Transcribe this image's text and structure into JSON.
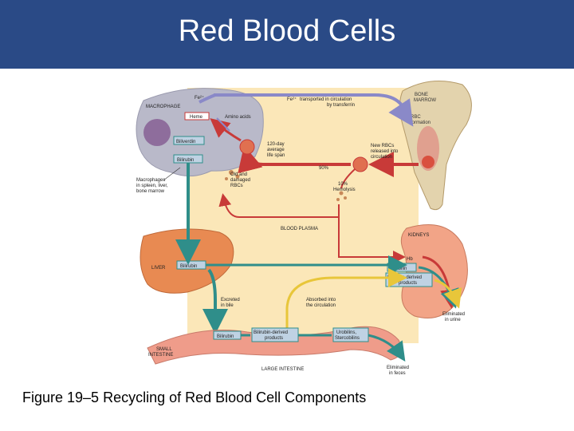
{
  "slide": {
    "title": "Red Blood Cells",
    "caption": "Figure 19–5 Recycling of Red Blood Cell Components"
  },
  "colors": {
    "title_bar": "#2a4a86",
    "plasma_panel": "#fbe7b8",
    "macrophage": "#b9b9c9",
    "liver": "#e88a52",
    "kidney": "#f2a487",
    "intestine": "#ef9c8a",
    "bone": "#e3d3ad",
    "teal_arrow": "#2f8e8a",
    "red_arrow": "#c83a38",
    "purple_arrow": "#8a89c8",
    "yellow_arrow": "#e8c63a",
    "label_box": "#bfd2e3"
  },
  "diagram": {
    "macrophage": {
      "label": "MACROPHAGE",
      "fe": "Fe²⁺",
      "heme": "Heme",
      "biliverdin": "Biliverdin",
      "bilirubin": "Bilirubin",
      "amino_acids": "Amino acids"
    },
    "transport": {
      "fe": "Fe²⁺",
      "line1": "transported in circulation",
      "line2": "by transferrin"
    },
    "bone_marrow": {
      "label1": "BONE",
      "label2": "MARROW",
      "formation1": "RBC",
      "formation2": "formation"
    },
    "macrophage_note": [
      "Macrophages",
      "in spleen, liver,",
      "bone marrow"
    ],
    "lifespan": [
      "120-day",
      "average",
      "life span"
    ],
    "new_rbcs": [
      "New RBCs",
      "released into",
      "circulation"
    ],
    "percent_90": "90%",
    "old_rbcs": [
      "Old and",
      "damaged",
      "RBCs"
    ],
    "hemolysis": [
      "10%",
      "Hemolysis"
    ],
    "blood_plasma": "BLOOD PLASMA",
    "kidneys": {
      "label": "KIDNEYS",
      "hb": "Hb",
      "urobilin": "Urobilin",
      "bilirubin_products1": "Bilirubin-derived",
      "bilirubin_products2": "products",
      "eliminated1": "Eliminated",
      "eliminated2": "in urine"
    },
    "liver": {
      "label": "LIVER",
      "bilirubin": "Bilirubin"
    },
    "excreted": [
      "Excreted",
      "in bile"
    ],
    "absorbed": [
      "Absorbed into",
      "the circulation"
    ],
    "intestine": {
      "bilirubin": "Bilirubin",
      "products1": "Bilirubin-derived",
      "products2": "products",
      "urobilins1": "Urobilins,",
      "urobilins2": "Stercobilins",
      "small1": "SMALL",
      "small2": "INTESTINE",
      "large": "LARGE INTESTINE",
      "eliminated1": "Eliminated",
      "eliminated2": "in feces"
    }
  }
}
